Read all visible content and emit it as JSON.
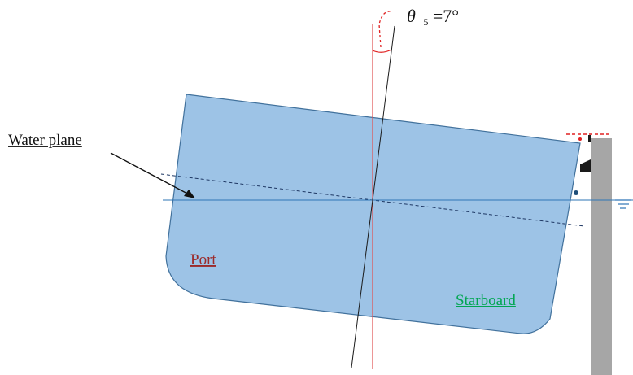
{
  "angle_label": {
    "symbol": "θ",
    "subscript": "5",
    "value": "=7°"
  },
  "labels": {
    "water_plane": "Water plane",
    "port": "Port",
    "starboard": "Starboard"
  },
  "heel_angle_deg": 7,
  "colors": {
    "hull_fill": "#9dc3e6",
    "hull_stroke": "#41719c",
    "water_line": "#2e75b6",
    "vertical_ref": "#e05050",
    "port_text": "#9b2a2a",
    "starboard_text": "#00a651",
    "pier": "#a6a6a6",
    "fender": "#1a1a1a",
    "arc": "#e02020"
  }
}
